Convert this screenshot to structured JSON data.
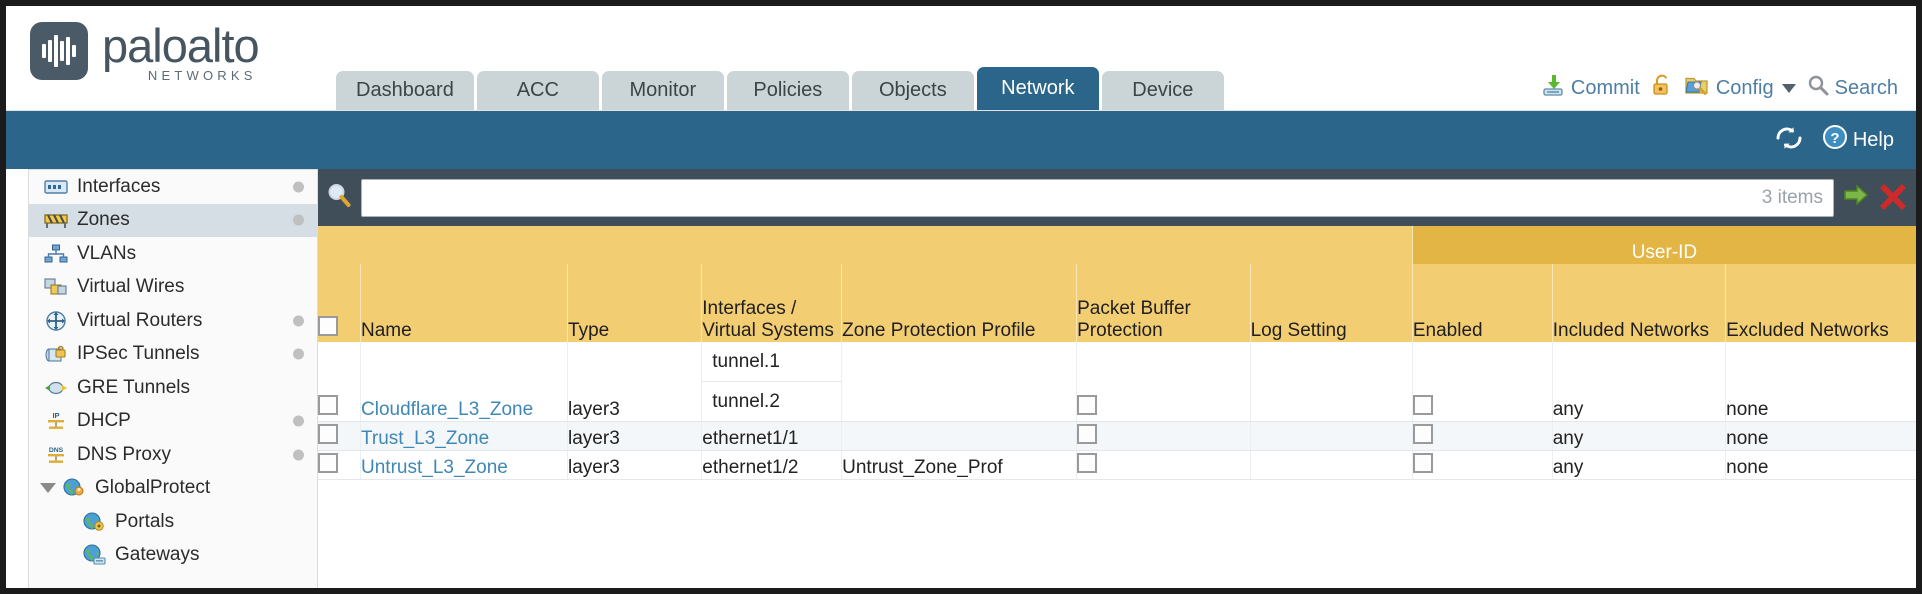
{
  "brand": {
    "name": "paloalto",
    "tagline": "NETWORKS"
  },
  "tabs": [
    {
      "label": "Dashboard",
      "active": false
    },
    {
      "label": "ACC",
      "active": false
    },
    {
      "label": "Monitor",
      "active": false
    },
    {
      "label": "Policies",
      "active": false
    },
    {
      "label": "Objects",
      "active": false
    },
    {
      "label": "Network",
      "active": true
    },
    {
      "label": "Device",
      "active": false
    }
  ],
  "header_actions": {
    "commit": "Commit",
    "config": "Config",
    "search": "Search"
  },
  "band": {
    "help": "Help"
  },
  "sidebar": {
    "items": [
      {
        "label": "Interfaces",
        "icon": "interfaces-icon",
        "dot": true,
        "selected": false,
        "child": false
      },
      {
        "label": "Zones",
        "icon": "zones-icon",
        "dot": true,
        "selected": true,
        "child": false
      },
      {
        "label": "VLANs",
        "icon": "vlans-icon",
        "dot": false,
        "selected": false,
        "child": false
      },
      {
        "label": "Virtual Wires",
        "icon": "virtual-wires-icon",
        "dot": false,
        "selected": false,
        "child": false
      },
      {
        "label": "Virtual Routers",
        "icon": "virtual-routers-icon",
        "dot": true,
        "selected": false,
        "child": false
      },
      {
        "label": "IPSec Tunnels",
        "icon": "ipsec-tunnels-icon",
        "dot": true,
        "selected": false,
        "child": false
      },
      {
        "label": "GRE Tunnels",
        "icon": "gre-tunnels-icon",
        "dot": false,
        "selected": false,
        "child": false
      },
      {
        "label": "DHCP",
        "icon": "dhcp-icon",
        "dot": true,
        "selected": false,
        "child": false
      },
      {
        "label": "DNS Proxy",
        "icon": "dns-proxy-icon",
        "dot": true,
        "selected": false,
        "child": false
      },
      {
        "label": "GlobalProtect",
        "icon": "globalprotect-icon",
        "dot": false,
        "selected": false,
        "child": false,
        "group": true
      },
      {
        "label": "Portals",
        "icon": "portals-icon",
        "dot": false,
        "selected": false,
        "child": true
      },
      {
        "label": "Gateways",
        "icon": "gateways-icon",
        "dot": false,
        "selected": false,
        "child": true
      }
    ]
  },
  "filter": {
    "value": "",
    "placeholder": "",
    "items_count": "3 items"
  },
  "table": {
    "group_header": "User-ID",
    "columns": [
      "Name",
      "Type",
      "Interfaces / Virtual Systems",
      "Zone Protection Profile",
      "Packet Buffer Protection",
      "Log Setting",
      "Enabled",
      "Included Networks",
      "Excluded Networks"
    ],
    "rows": [
      {
        "selected": false,
        "name": "Cloudflare_L3_Zone",
        "type": "layer3",
        "interfaces": [
          "tunnel.1",
          "tunnel.2"
        ],
        "zone_protection_profile": "",
        "packet_buffer_protection": false,
        "log_setting": "",
        "userid_enabled": false,
        "included_networks": "any",
        "excluded_networks": "none"
      },
      {
        "selected": false,
        "name": "Trust_L3_Zone",
        "type": "layer3",
        "interfaces": [
          "ethernet1/1"
        ],
        "zone_protection_profile": "",
        "packet_buffer_protection": false,
        "log_setting": "",
        "userid_enabled": false,
        "included_networks": "any",
        "excluded_networks": "none"
      },
      {
        "selected": false,
        "name": "Untrust_L3_Zone",
        "type": "layer3",
        "interfaces": [
          "ethernet1/2"
        ],
        "zone_protection_profile": "Untrust_Zone_Prof",
        "packet_buffer_protection": false,
        "log_setting": "",
        "userid_enabled": false,
        "included_networks": "any",
        "excluded_networks": "none"
      }
    ]
  },
  "colors": {
    "brand_teal": "#2c658a",
    "header_gold": "#f3cd72",
    "group_gold": "#e2b545",
    "filter_bar": "#3f4e58",
    "link_blue": "#3f87b5",
    "selected_row": "#d4dee4"
  }
}
